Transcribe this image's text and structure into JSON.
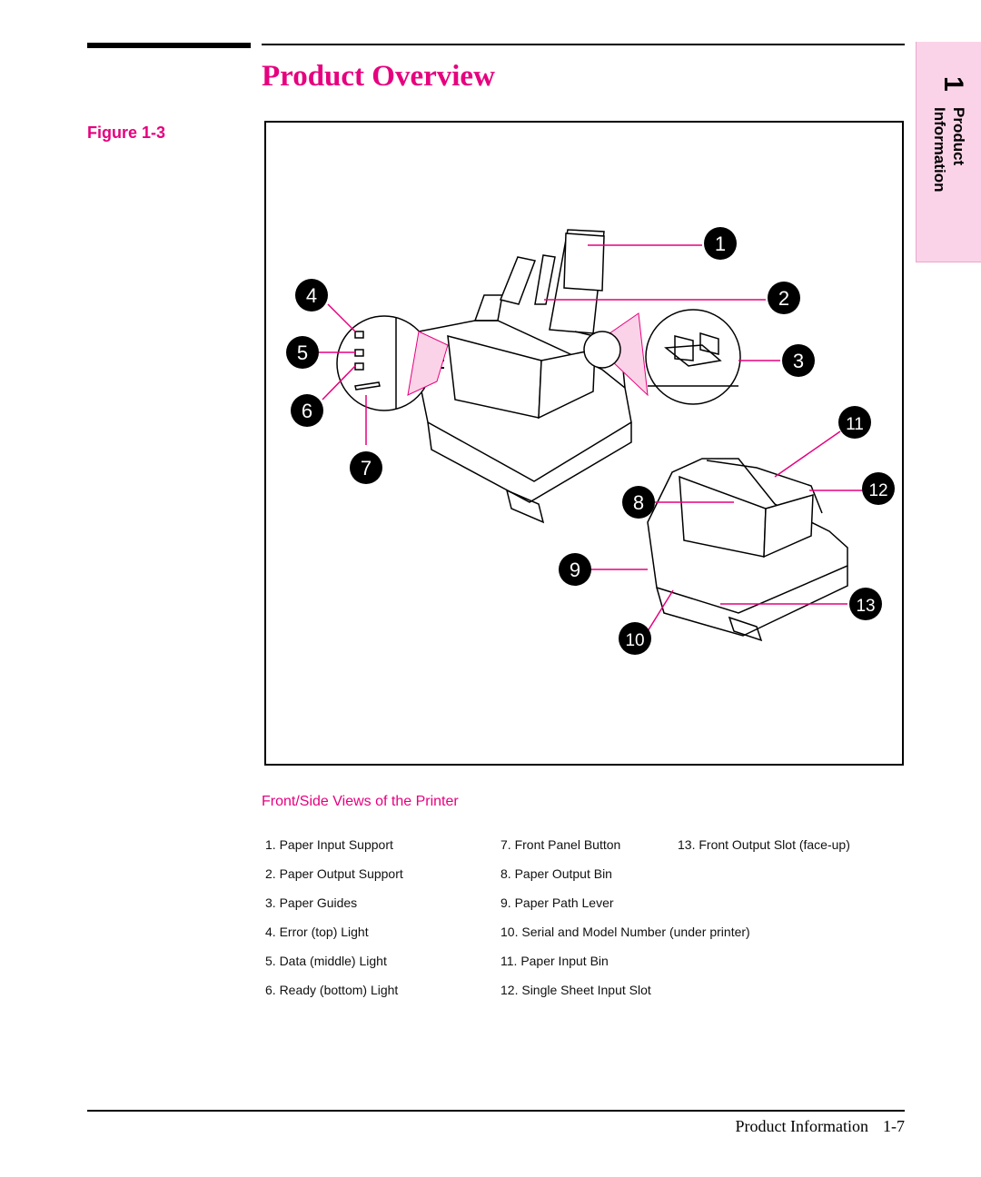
{
  "header": {
    "title": "Product Overview"
  },
  "figure": {
    "label": "Figure 1-3",
    "caption": "Front/Side Views of the Printer"
  },
  "side_tab": {
    "number": "1",
    "line1": "Product",
    "line2": "Information"
  },
  "callouts": [
    "1",
    "2",
    "3",
    "4",
    "5",
    "6",
    "7",
    "8",
    "9",
    "10",
    "11",
    "12",
    "13"
  ],
  "legend": {
    "col1": [
      "1. Paper Input Support",
      "2. Paper Output Support",
      "3. Paper Guides",
      "4. Error (top) Light",
      "5. Data (middle) Light",
      "6. Ready (bottom) Light"
    ],
    "col2": [
      "7. Front Panel Button",
      "8. Paper Output Bin",
      "9. Paper Path Lever",
      "10. Serial and Model Number (under printer)",
      "11. Paper Input Bin",
      "12. Single Sheet Input Slot"
    ],
    "col3": [
      "13. Front Output Slot (face-up)"
    ]
  },
  "footer": {
    "section": "Product Information",
    "page": "1-7"
  },
  "colors": {
    "accent": "#e6007e",
    "tab_bg": "#fbd3e8"
  }
}
